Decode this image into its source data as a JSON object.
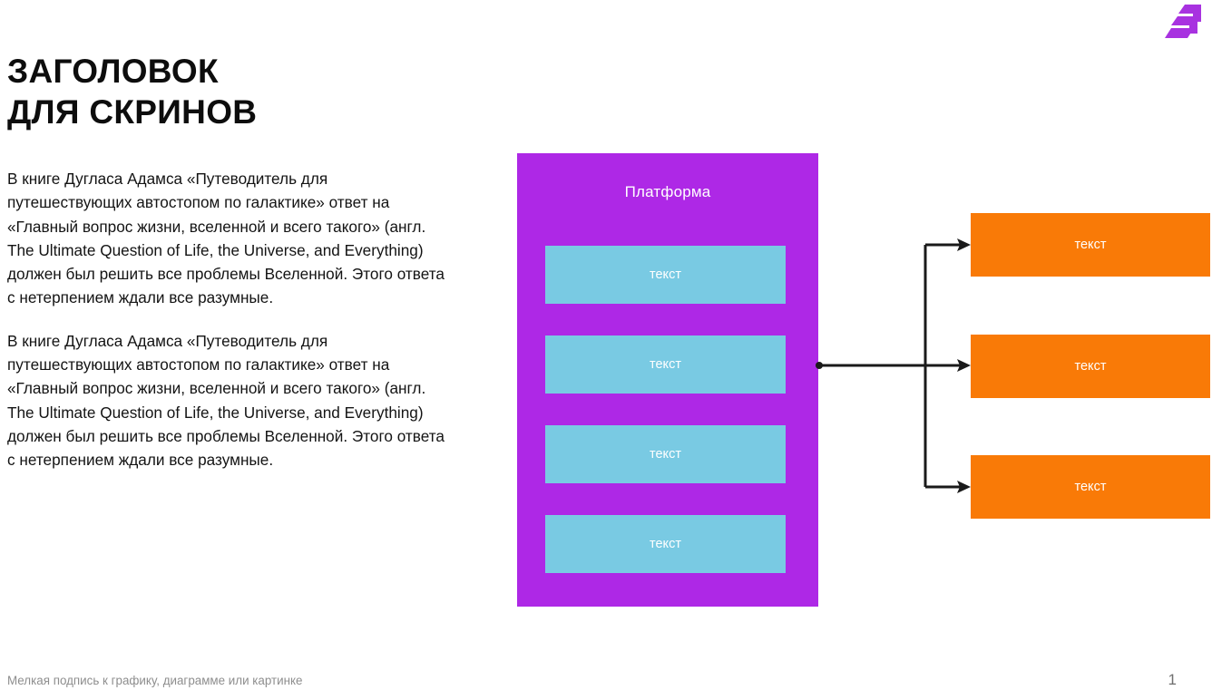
{
  "slide": {
    "title": "ЗАГОЛОВОК\nДЛЯ СКРИНОВ",
    "paragraphs": [
      "В книге Дугласа Адамса «Путеводитель для путешествующих автостопом по галактике» ответ на «Главный вопрос жизни, вселенной и всего такого» (англ. The Ultimate Question of Life, the Universe, and Everything) должен был решить все проблемы Вселенной. Этого ответа с нетерпением ждали все разумные.",
      "В книге Дугласа Адамса «Путеводитель для путешествующих автостопом по галактике» ответ на «Главный вопрос жизни, вселенной и всего такого» (англ. The Ultimate Question of Life, the Universe, and Everything) должен был решить все проблемы Вселенной. Этого ответа с нетерпением ждали все разумные."
    ]
  },
  "logo": {
    "icon": "arrow-chevron-logo",
    "color": "#a832e0"
  },
  "diagram": {
    "platform": {
      "title": "Платформа",
      "color": "#ae28e6",
      "items": [
        {
          "label": "текст"
        },
        {
          "label": "текст"
        },
        {
          "label": "текст"
        },
        {
          "label": "текст"
        }
      ],
      "item_color": "#79cae3"
    },
    "outcomes": [
      {
        "label": "текст"
      },
      {
        "label": "текст"
      },
      {
        "label": "текст"
      }
    ],
    "outcome_color": "#f97a07",
    "connector_color": "#1a1a1a"
  },
  "footer": {
    "caption": "Мелкая подпись к графику, диаграмме или картинке",
    "page_number": "1"
  }
}
